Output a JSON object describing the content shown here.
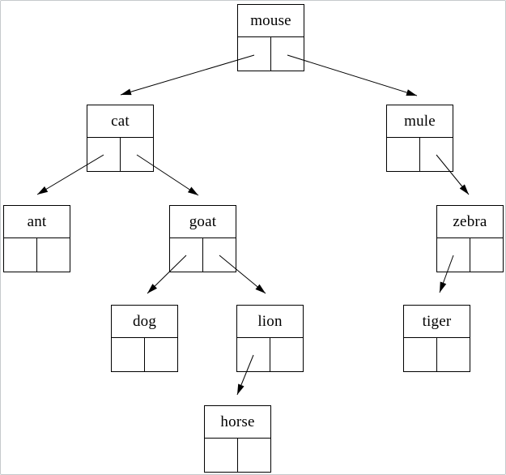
{
  "page": {
    "background": "#ffffff",
    "frame_border_color": "#c6c9cc",
    "diagram_line_color": "#000000"
  },
  "tree": {
    "type": "binary-tree-diagram",
    "root": "mouse",
    "nodes": [
      {
        "label": "mouse",
        "left_child": "cat",
        "right_child": "mule"
      },
      {
        "label": "cat",
        "left_child": "ant",
        "right_child": "goat"
      },
      {
        "label": "mule",
        "left_child": null,
        "right_child": "zebra"
      },
      {
        "label": "ant",
        "left_child": null,
        "right_child": null
      },
      {
        "label": "goat",
        "left_child": "dog",
        "right_child": "lion"
      },
      {
        "label": "zebra",
        "left_child": "tiger",
        "right_child": null
      },
      {
        "label": "dog",
        "left_child": null,
        "right_child": null
      },
      {
        "label": "lion",
        "left_child": "horse",
        "right_child": null
      },
      {
        "label": "tiger",
        "left_child": null,
        "right_child": null
      },
      {
        "label": "horse",
        "left_child": null,
        "right_child": null
      }
    ]
  }
}
